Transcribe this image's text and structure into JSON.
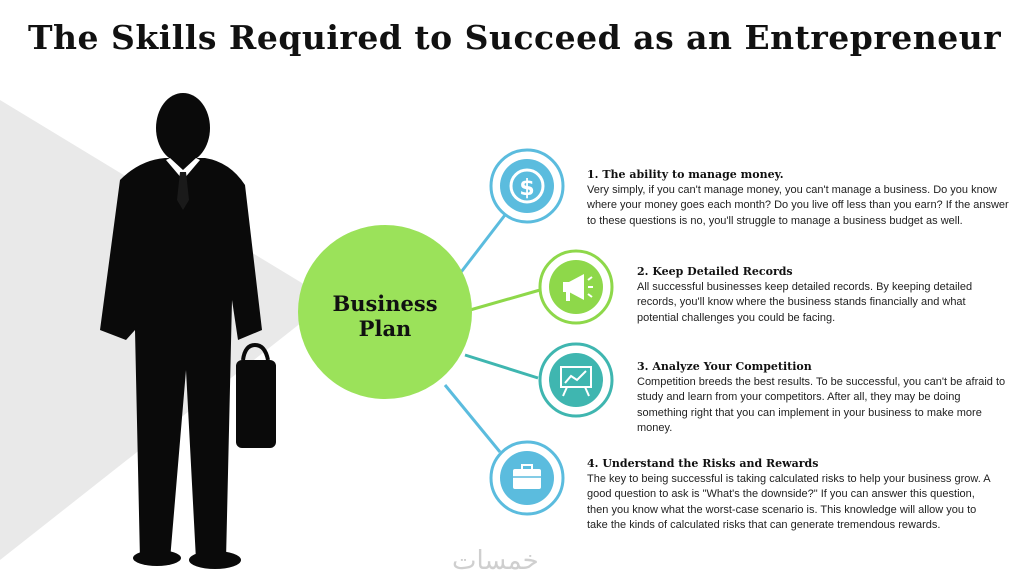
{
  "title": "The Skills Required to Succeed as an Entrepreneur",
  "hub": {
    "line1": "Business",
    "line2": "Plan",
    "color": "#9be25a"
  },
  "colors": {
    "blue": "#5bbcde",
    "green": "#8ed84a",
    "teal": "#3fb6b0"
  },
  "items": [
    {
      "heading": "1. The ability to manage money.",
      "body": "Very simply, if you can't manage money, you can't manage a business. Do you know where your money goes each month? Do you live off less than you earn? If the answer to these questions is no, you'll struggle to manage a business budget as well.",
      "icon": "dollar-icon"
    },
    {
      "heading": "2. Keep Detailed Records",
      "body": "All successful businesses keep detailed records. By keeping detailed records, you'll know where the business stands financially and what potential challenges you could be facing.",
      "icon": "megaphone-icon"
    },
    {
      "heading": "3. Analyze Your Competition",
      "body": "Competition breeds the best results. To be successful, you can't be afraid to study and learn from your competitors. After all, they may be doing something right that you can implement in your business to make more money.",
      "icon": "presentation-board-icon"
    },
    {
      "heading": "4. Understand the Risks and Rewards",
      "body": "The key to being successful is taking calculated risks to help your business grow. A good question to ask is \"What's the downside?\" If you can answer this question, then you know what the worst-case scenario is. This knowledge will allow you to take the kinds of calculated risks that can generate tremendous rewards.",
      "icon": "briefcase-icon"
    }
  ],
  "watermark": "خمسات"
}
